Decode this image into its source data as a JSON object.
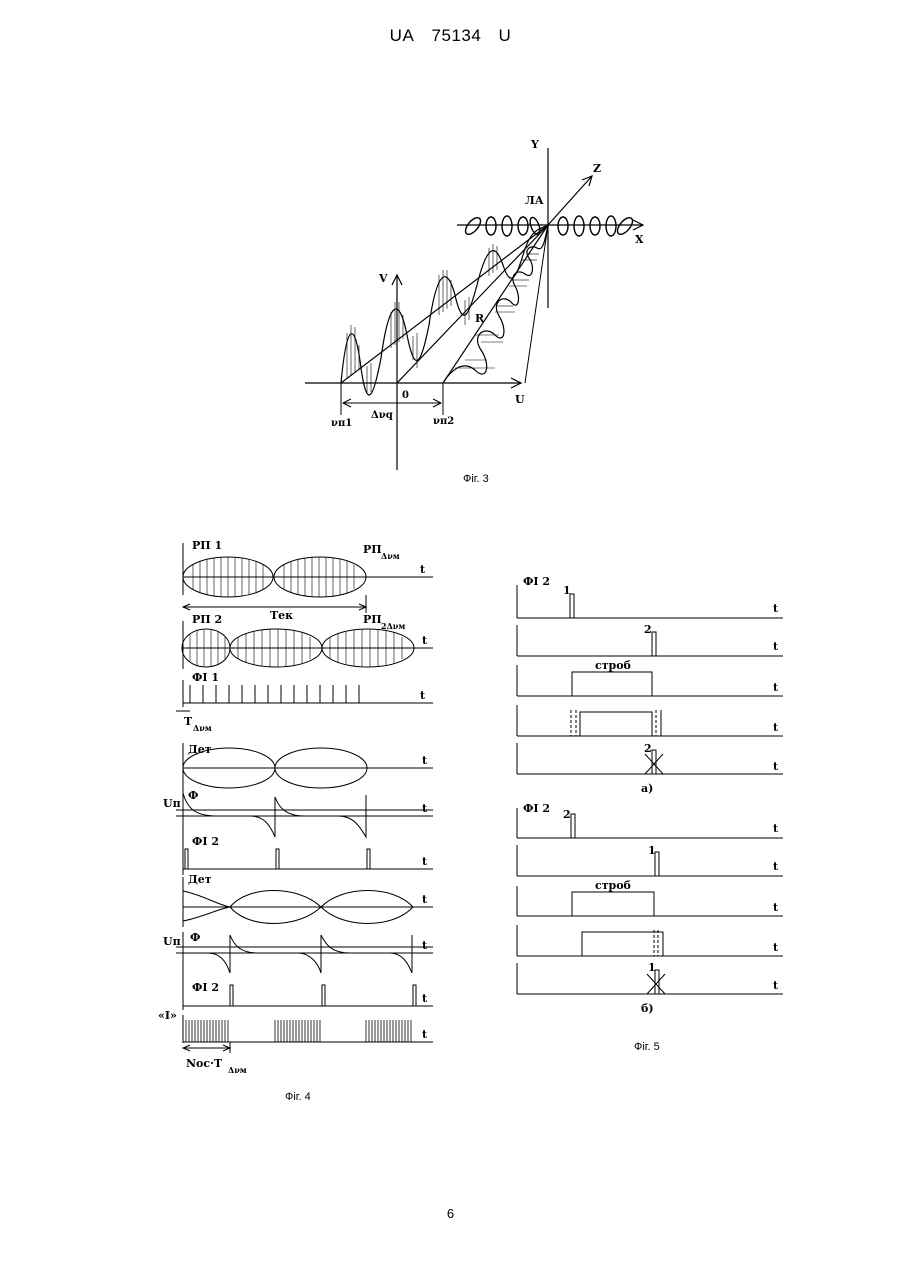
{
  "header": {
    "country": "UA",
    "number": "75134",
    "kind": "U"
  },
  "fig3": {
    "caption": "Фіг. 3",
    "axis_y": "Y",
    "axis_z": "Z",
    "axis_x": "X",
    "axis_v": "V",
    "axis_u": "U",
    "label_la": "ЛА",
    "label_r": "R",
    "label_zero": "0",
    "label_nu1": "νп1",
    "label_dnu": "Δνq",
    "label_nu2": "νп2"
  },
  "fig4": {
    "caption": "Фіг. 4",
    "t": "t",
    "rp1": "РП 1",
    "rp1_right": "РП",
    "rp1_right_sub": "Δνм",
    "tek": "Тек",
    "rp2": "РП 2",
    "rp2_right": "РП",
    "rp2_right_sub": "2Δνм",
    "fi1": "ФІ 1",
    "t_dnu": "Т",
    "t_dnu_sub": "Δνм",
    "det": "Дет",
    "un": "Uп",
    "phi": "Ф",
    "fi2": "ФІ 2",
    "i_label": "«І»",
    "n_label": "Nос·Т",
    "n_label_sub": "Δνм"
  },
  "fig5": {
    "caption": "Фіг. 5",
    "t": "t",
    "fi2": "ФІ 2",
    "strob": "строб",
    "n1": "1",
    "n2": "2",
    "sub_a": "а)",
    "sub_b": "б)"
  },
  "page_number": "6"
}
